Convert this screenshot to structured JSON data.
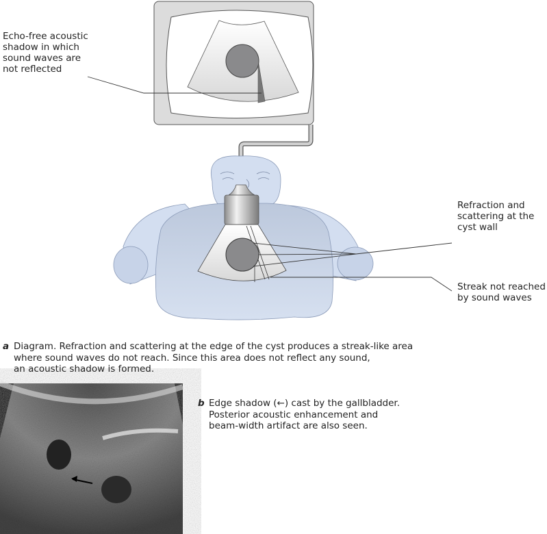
{
  "labels": {
    "shadow": [
      "Echo-free acoustic",
      "shadow in which",
      "sound waves are",
      "not reflected"
    ],
    "refraction": [
      "Refraction and",
      "scattering at the",
      "cyst wall"
    ],
    "streak": [
      "Streak not reached",
      "by sound waves"
    ]
  },
  "caption_a": {
    "letter": "a",
    "lines": [
      "Diagram. Refraction and scattering at the edge of the cyst produces a streak-like area",
      "where sound waves do not reach. Since this area does not reflect any sound,",
      "an acoustic shadow is formed."
    ]
  },
  "caption_b": {
    "letter": "b",
    "lines": [
      "Edge shadow (←) cast by the gallbladder.",
      "Posterior acoustic enhancement and",
      "beam-width artifact are also seen."
    ]
  },
  "colors": {
    "body": "#d3def0",
    "body_stroke": "#8a9ab8",
    "monitor": "#dcdcdc",
    "cyst": "#8a8a8c"
  }
}
